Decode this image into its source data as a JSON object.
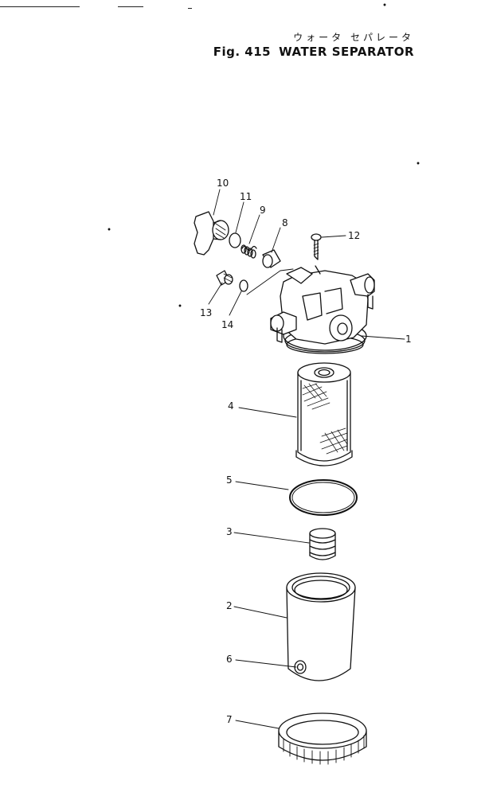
{
  "figure": {
    "title_jp": "ウォータ セパレータ",
    "fig_number": "Fig. 415",
    "title": "WATER SEPARATOR"
  },
  "callouts": [
    "1",
    "2",
    "3",
    "4",
    "5",
    "6",
    "7",
    "8",
    "9",
    "10",
    "11",
    "12",
    "13",
    "14"
  ]
}
